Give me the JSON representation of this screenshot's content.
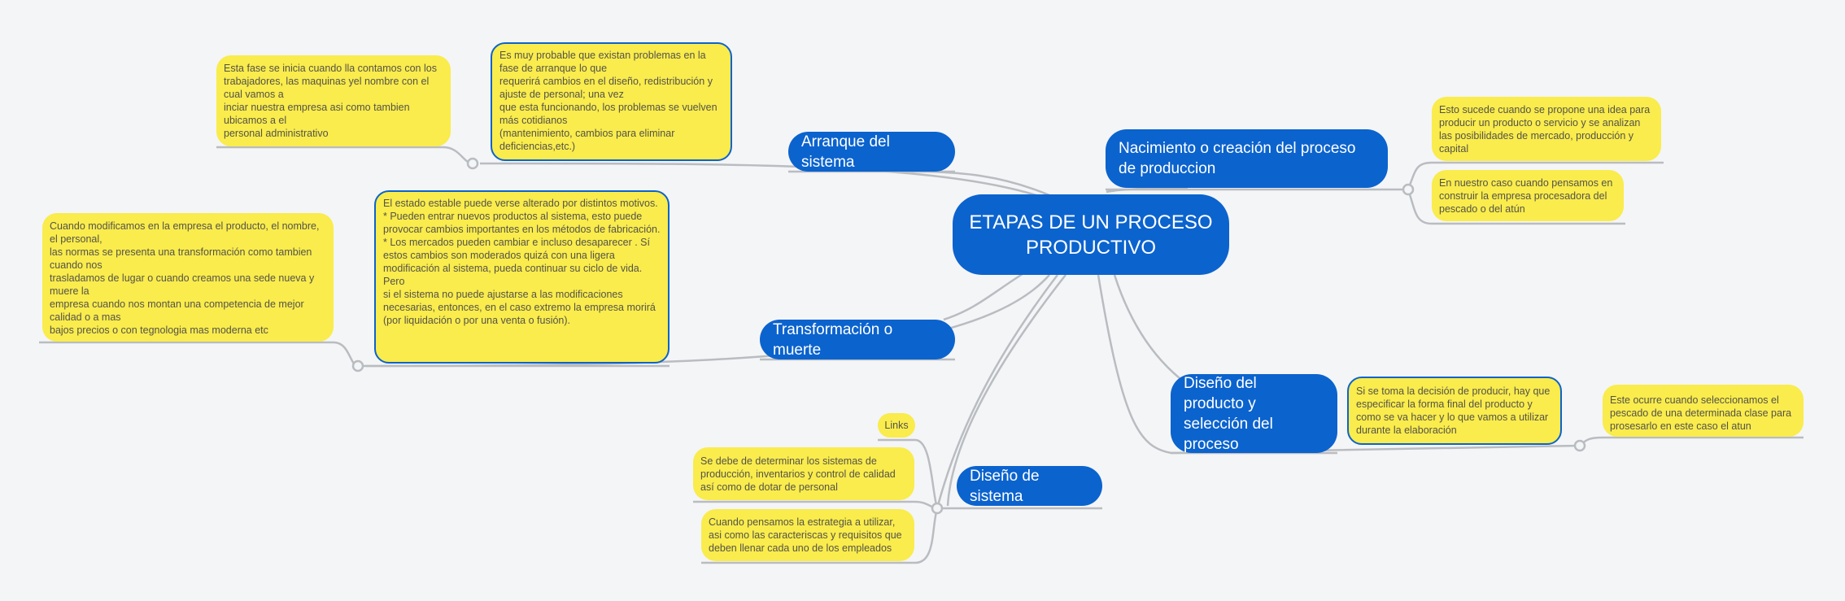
{
  "central": {
    "title": "ETAPAS DE UN PROCESO PRODUCTIVO"
  },
  "colors": {
    "topic": "#0b63ce",
    "note": "#f9ec4c",
    "line": "#b9bcc0",
    "background": "#f4f5f7"
  },
  "topics": {
    "arranque": {
      "label": "Arranque del sistema",
      "notes": [
        "Esta fase se inicia cuando lla contamos con los trabajadores, las maquinas yel nombre con el cual vamos a\ninciar nuestra empresa asi como tambien ubicamos a el\npersonal administrativo",
        "Es muy probable que existan problemas en la fase de arranque lo que\nrequerirá cambios en el diseño, redistribución y ajuste de personal; una vez\nque esta funcionando, los problemas se vuelven más cotidianos\n(mantenimiento, cambios para eliminar deficiencias,etc.)"
      ]
    },
    "nacimiento": {
      "label": "Nacimiento o creación del proceso de produccion",
      "notes": [
        "Esto sucede cuando se propone una idea para producir un producto o servicio y se analizan las posibilidades de mercado, producción y capital",
        "En nuestro caso cuando pensamos en construir la empresa procesadora del pescado o del atún"
      ]
    },
    "transformacion": {
      "label": "Transformación o muerte",
      "notes": [
        "Cuando modificamos en la empresa el producto, el nombre, el personal,\nlas normas se presenta una transformación como tambien cuando nos\ntrasladamos de lugar o cuando creamos una sede nueva y muere la\nempresa cuando nos montan una competencia de mejor calidad o a mas\nbajos precios o con tegnologia mas moderna etc",
        "El estado estable puede verse alterado por distintos motivos.\n * Pueden entrar nuevos productos al sistema, esto puede provocar cambios importantes en los métodos de fabricación.\n * Los mercados pueden cambiar e incluso desaparecer . Sí estos cambios son moderados quizá con una ligera modificación al sistema, pueda continuar su ciclo de vida. Pero\nsi el sistema no puede ajustarse a las modificaciones necesarias, entonces, en el caso extremo la empresa morirá (por liquidación o por una venta o fusión)."
      ]
    },
    "diseno_producto": {
      "label": "Diseño del producto y selección del proceso",
      "notes": [
        "Si se toma la decisión de producir, hay que especificar la forma final del producto y como se va hacer y lo que vamos a utilizar durante la elaboración",
        "Este ocurre cuando seleccionamos el pescado de una determinada clase para prosesarlo en este caso el atun"
      ]
    },
    "diseno_sistema": {
      "label": "Diseño de sistema",
      "notes": [
        "Links",
        "Se debe de determinar los sistemas de producción, inventarios y control de calidad así como de dotar de personal",
        "Cuando pensamos la estrategia a utilizar, asi como las caracteriscas y requisitos que deben llenar cada uno de los empleados"
      ]
    }
  }
}
